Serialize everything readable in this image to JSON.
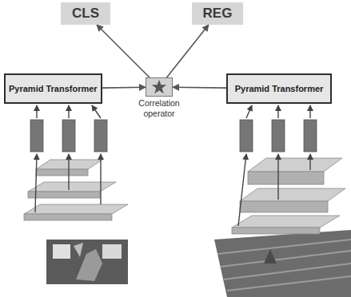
{
  "diagram": {
    "nodes": [
      {
        "text": [
          "CLS"
        ]
      },
      {
        "text": [
          "REG"
        ]
      },
      {
        "text": [
          "Pyramid Transformer"
        ]
      },
      {
        "text": [
          "Correlation operator"
        ]
      },
      {
        "text": [
          "Pyramid Transformer"
        ]
      }
    ],
    "edges": [
      {
        "from": 2,
        "to": 3,
        "arrow": "to"
      },
      {
        "from": 4,
        "to": 3,
        "arrow": "to"
      },
      {
        "from": 3,
        "to": 0,
        "arrow": "to"
      },
      {
        "from": 3,
        "to": 1,
        "arrow": "to"
      }
    ]
  }
}
